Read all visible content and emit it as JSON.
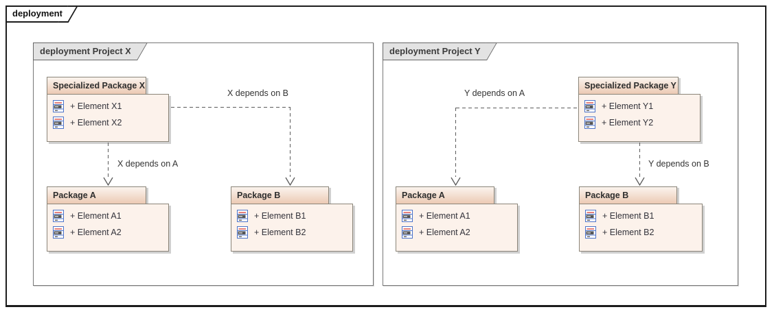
{
  "outer_frame": {
    "label": "deployment"
  },
  "frames": [
    {
      "label": "deployment Project X",
      "packages": [
        {
          "name": "Specialized Package X",
          "elements": [
            "+ Element X1",
            "+ Element X2"
          ]
        },
        {
          "name": "Package A",
          "elements": [
            "+ Element A1",
            "+ Element A2"
          ]
        },
        {
          "name": "Package B",
          "elements": [
            "+ Element B1",
            "+ Element B2"
          ]
        }
      ],
      "connectors": [
        {
          "label": "X depends on A"
        },
        {
          "label": "X depends on B"
        }
      ]
    },
    {
      "label": "deployment Project Y",
      "packages": [
        {
          "name": "Specialized Package Y",
          "elements": [
            "+ Element Y1",
            "+ Element Y2"
          ]
        },
        {
          "name": "Package A",
          "elements": [
            "+ Element A1",
            "+ Element A2"
          ]
        },
        {
          "name": "Package B",
          "elements": [
            "+ Element B1",
            "+ Element B2"
          ]
        }
      ],
      "connectors": [
        {
          "label": "Y depends on A"
        },
        {
          "label": "Y depends on B"
        }
      ]
    }
  ],
  "colors": {
    "package_header_top": "#fbf4ee",
    "package_header_bottom": "#eccab4",
    "package_body": "#fcf2eb",
    "package_border": "#8a8478",
    "frame_border": "#767676",
    "frame_tab_fill": "#e3e3e3",
    "outer_border": "#1c1c1c",
    "connector": "#5a5a5a",
    "element_icon_blue": "#4c73c9",
    "element_icon_red": "#dd5f58"
  }
}
